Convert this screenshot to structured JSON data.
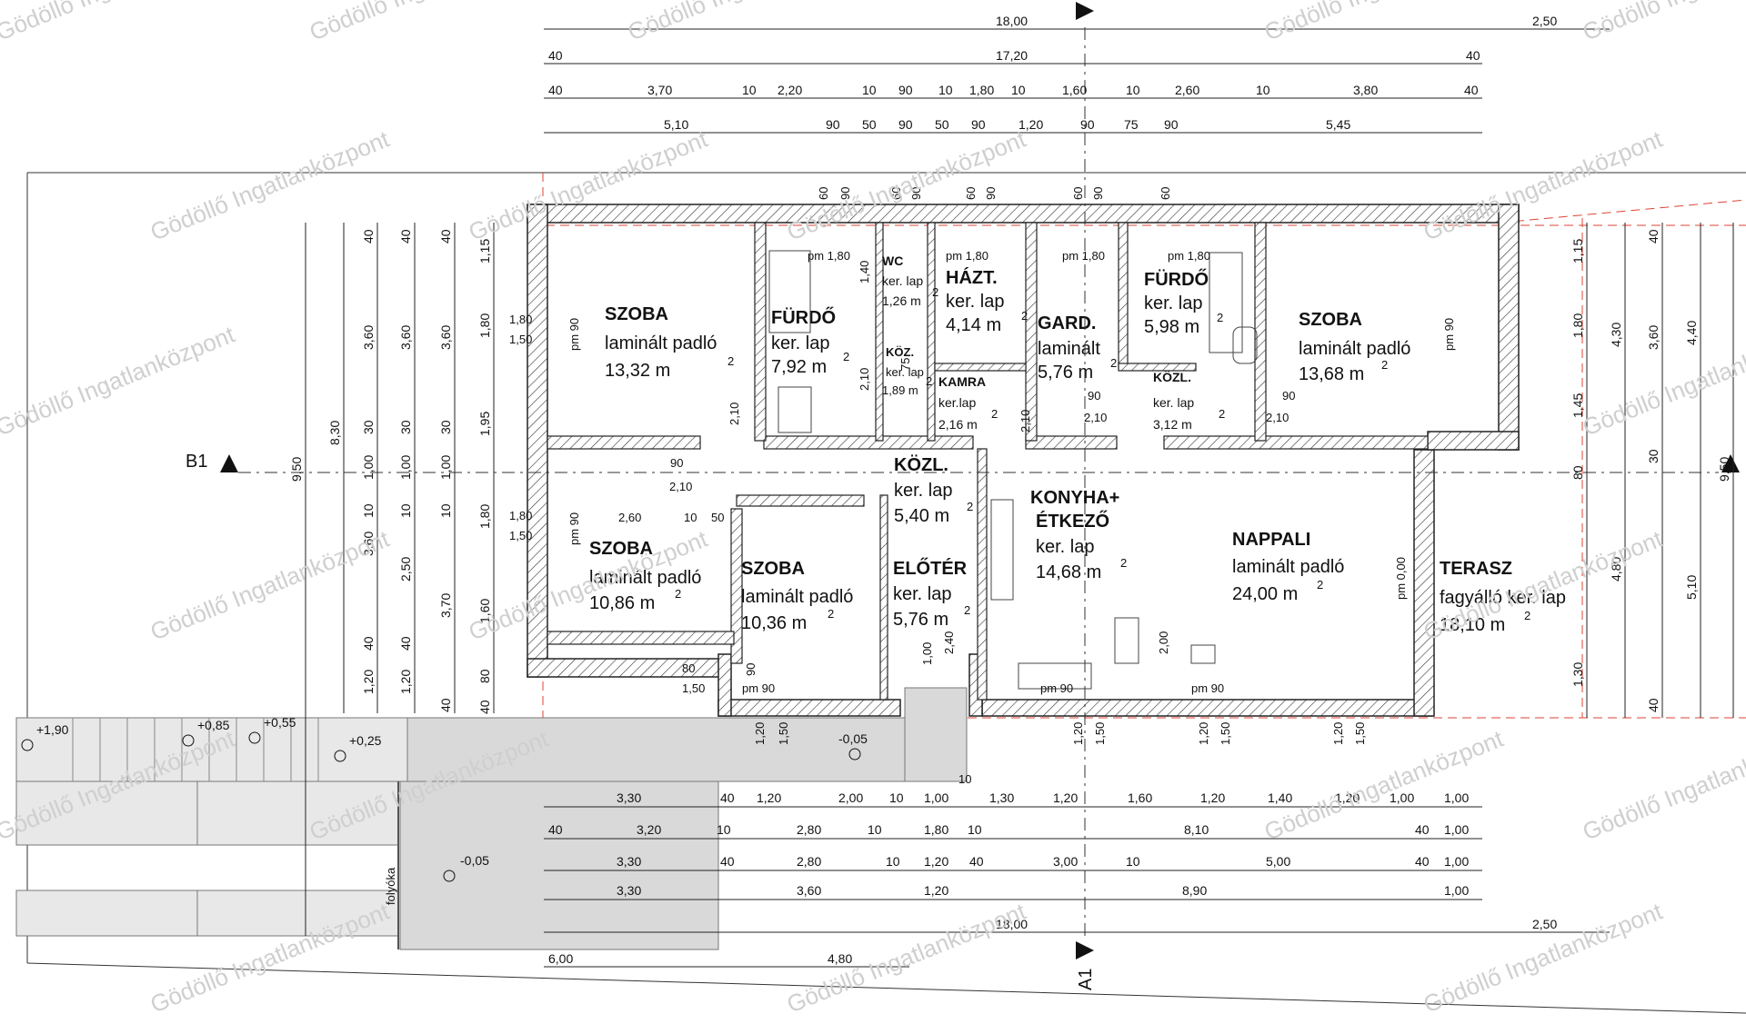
{
  "watermark": "Gödöllő Ingatlanközpont",
  "rooms": [
    {
      "id": "szoba-1",
      "name": "SZOBA",
      "floor": "laminált padló",
      "area": "13,32 m"
    },
    {
      "id": "furdo-1",
      "name": "FÜRDŐ",
      "floor": "ker. lap",
      "area": "7,92 m"
    },
    {
      "id": "wc",
      "name": "WC",
      "floor": "ker. lap",
      "area": "1,26 m"
    },
    {
      "id": "kozl-small",
      "name": "KÖZ.",
      "floor": "ker. lap",
      "area": "1,89 m"
    },
    {
      "id": "haztart",
      "name": "HÁZT.",
      "floor": "ker. lap",
      "area": "4,14 m"
    },
    {
      "id": "kamra",
      "name": "KAMRA",
      "floor": "ker.lap",
      "area": "2,16 m"
    },
    {
      "id": "gard",
      "name": "GARD.",
      "floor": "laminált",
      "area": "5,76 m"
    },
    {
      "id": "furdo-2",
      "name": "FÜRDŐ",
      "floor": "ker. lap",
      "area": "5,98 m"
    },
    {
      "id": "kozl-2",
      "name": "KÖZL.",
      "floor": "ker. lap",
      "area": "3,12 m"
    },
    {
      "id": "szoba-2",
      "name": "SZOBA",
      "floor": "laminált padló",
      "area": "13,68 m"
    },
    {
      "id": "kozl-main",
      "name": "KÖZL.",
      "floor": "ker. lap",
      "area": "5,40 m"
    },
    {
      "id": "konyha",
      "name": "KONYHA+",
      "name2": "ÉTKEZŐ",
      "floor": "ker. lap",
      "area": "14,68 m"
    },
    {
      "id": "szoba-3",
      "name": "SZOBA",
      "floor": "laminált padló",
      "area": "10,86 m"
    },
    {
      "id": "szoba-4",
      "name": "SZOBA",
      "floor": "laminált padló",
      "area": "10,36 m"
    },
    {
      "id": "eloter",
      "name": "ELŐTÉR",
      "floor": "ker. lap",
      "area": "5,76 m"
    },
    {
      "id": "nappali",
      "name": "NAPPALI",
      "floor": "laminált padló",
      "area": "24,00 m"
    },
    {
      "id": "terasz",
      "name": "TERASZ",
      "floor": "fagyálló ker. lap",
      "area": "18,10 m"
    }
  ],
  "area_superscript": "2",
  "section_marks": {
    "b1": "B1",
    "a1": "A1"
  },
  "levels": [
    "+1,90",
    "+0,85",
    "+0,55",
    "+0,25",
    "-0,05",
    "-0,05"
  ],
  "gutter_label": "folyóka",
  "dims_top": {
    "row1": [
      "18,00",
      "2,50"
    ],
    "row2": [
      "40",
      "17,20",
      "40"
    ],
    "row3": [
      "40",
      "3,70",
      "10",
      "2,20",
      "10",
      "90",
      "10",
      "1,80",
      "10",
      "1,60",
      "10",
      "2,60",
      "10",
      "3,80",
      "40"
    ],
    "row4": [
      "5,10",
      "90",
      "50",
      "90",
      "50",
      "90",
      "1,20",
      "90",
      "75",
      "90",
      "5,45"
    ]
  },
  "dims_bottom": {
    "row1": [
      "3,30",
      "40",
      "1,20",
      "2,00",
      "10",
      "1,00",
      "1,30",
      "1,20",
      "1,60",
      "1,20",
      "1,40",
      "1,20",
      "1,00",
      "1,00"
    ],
    "row2": [
      "40",
      "3,20",
      "10",
      "2,80",
      "10",
      "1,80",
      "10",
      "8,10",
      "40",
      "1,00"
    ],
    "row3": [
      "3,30",
      "40",
      "2,80",
      "10",
      "1,20",
      "40",
      "3,00",
      "10",
      "5,00",
      "40",
      "1,00"
    ],
    "row4": [
      "3,30",
      "3,60",
      "1,20",
      "8,90",
      "1,00"
    ],
    "row5": [
      "18,00",
      "2,50"
    ],
    "row6": [
      "6,00",
      "4,80"
    ]
  },
  "dims_left": {
    "outer": "9,50",
    "col2": [
      "8,30"
    ],
    "col3": [
      "40",
      "3,60",
      "30",
      "1,00",
      "10",
      "3,60",
      "40",
      "1,20"
    ],
    "col4": [
      "40",
      "3,60",
      "30",
      "1,00",
      "10",
      "2,50",
      "40",
      "1,20"
    ],
    "col5": [
      "40",
      "3,60",
      "30",
      "1,00",
      "10",
      "3,70",
      "40"
    ],
    "col6": [
      "1,15",
      "1,80",
      "1,95",
      "1,80",
      "1,60",
      "80",
      "40"
    ]
  },
  "dims_right": {
    "col1": [
      "1,15",
      "1,80",
      "1,45",
      "80",
      "1,30"
    ],
    "col2": [
      "4,30",
      "4,80"
    ],
    "col3": [
      "40",
      "3,60",
      "30",
      "40"
    ],
    "col4": [
      "4,40",
      "5,10"
    ],
    "outer": "9,50"
  },
  "small_dims": [
    "pm 1,80",
    "pm 1,80",
    "pm 1,80",
    "pm 1,80",
    "pm 90",
    "pm 90",
    "pm 90",
    "pm 90",
    "pm 90",
    "pm 90",
    "pm 0,00",
    "1,80",
    "1,50",
    "1,80",
    "1,50",
    "2,60",
    "10",
    "50",
    "2,10",
    "90",
    "2,10",
    "90",
    "2,10",
    "90",
    "2,10",
    "2,40",
    "1,00",
    "2,00",
    "1,40",
    "2,10",
    "2,10",
    "75",
    "1,20",
    "1,50",
    "1,20",
    "1,50",
    "1,20",
    "1,50",
    "1,20",
    "1,50",
    "10",
    "80",
    "1,50",
    "90",
    "60",
    "90",
    "60",
    "90",
    "60",
    "90",
    "60",
    "90",
    "60"
  ]
}
